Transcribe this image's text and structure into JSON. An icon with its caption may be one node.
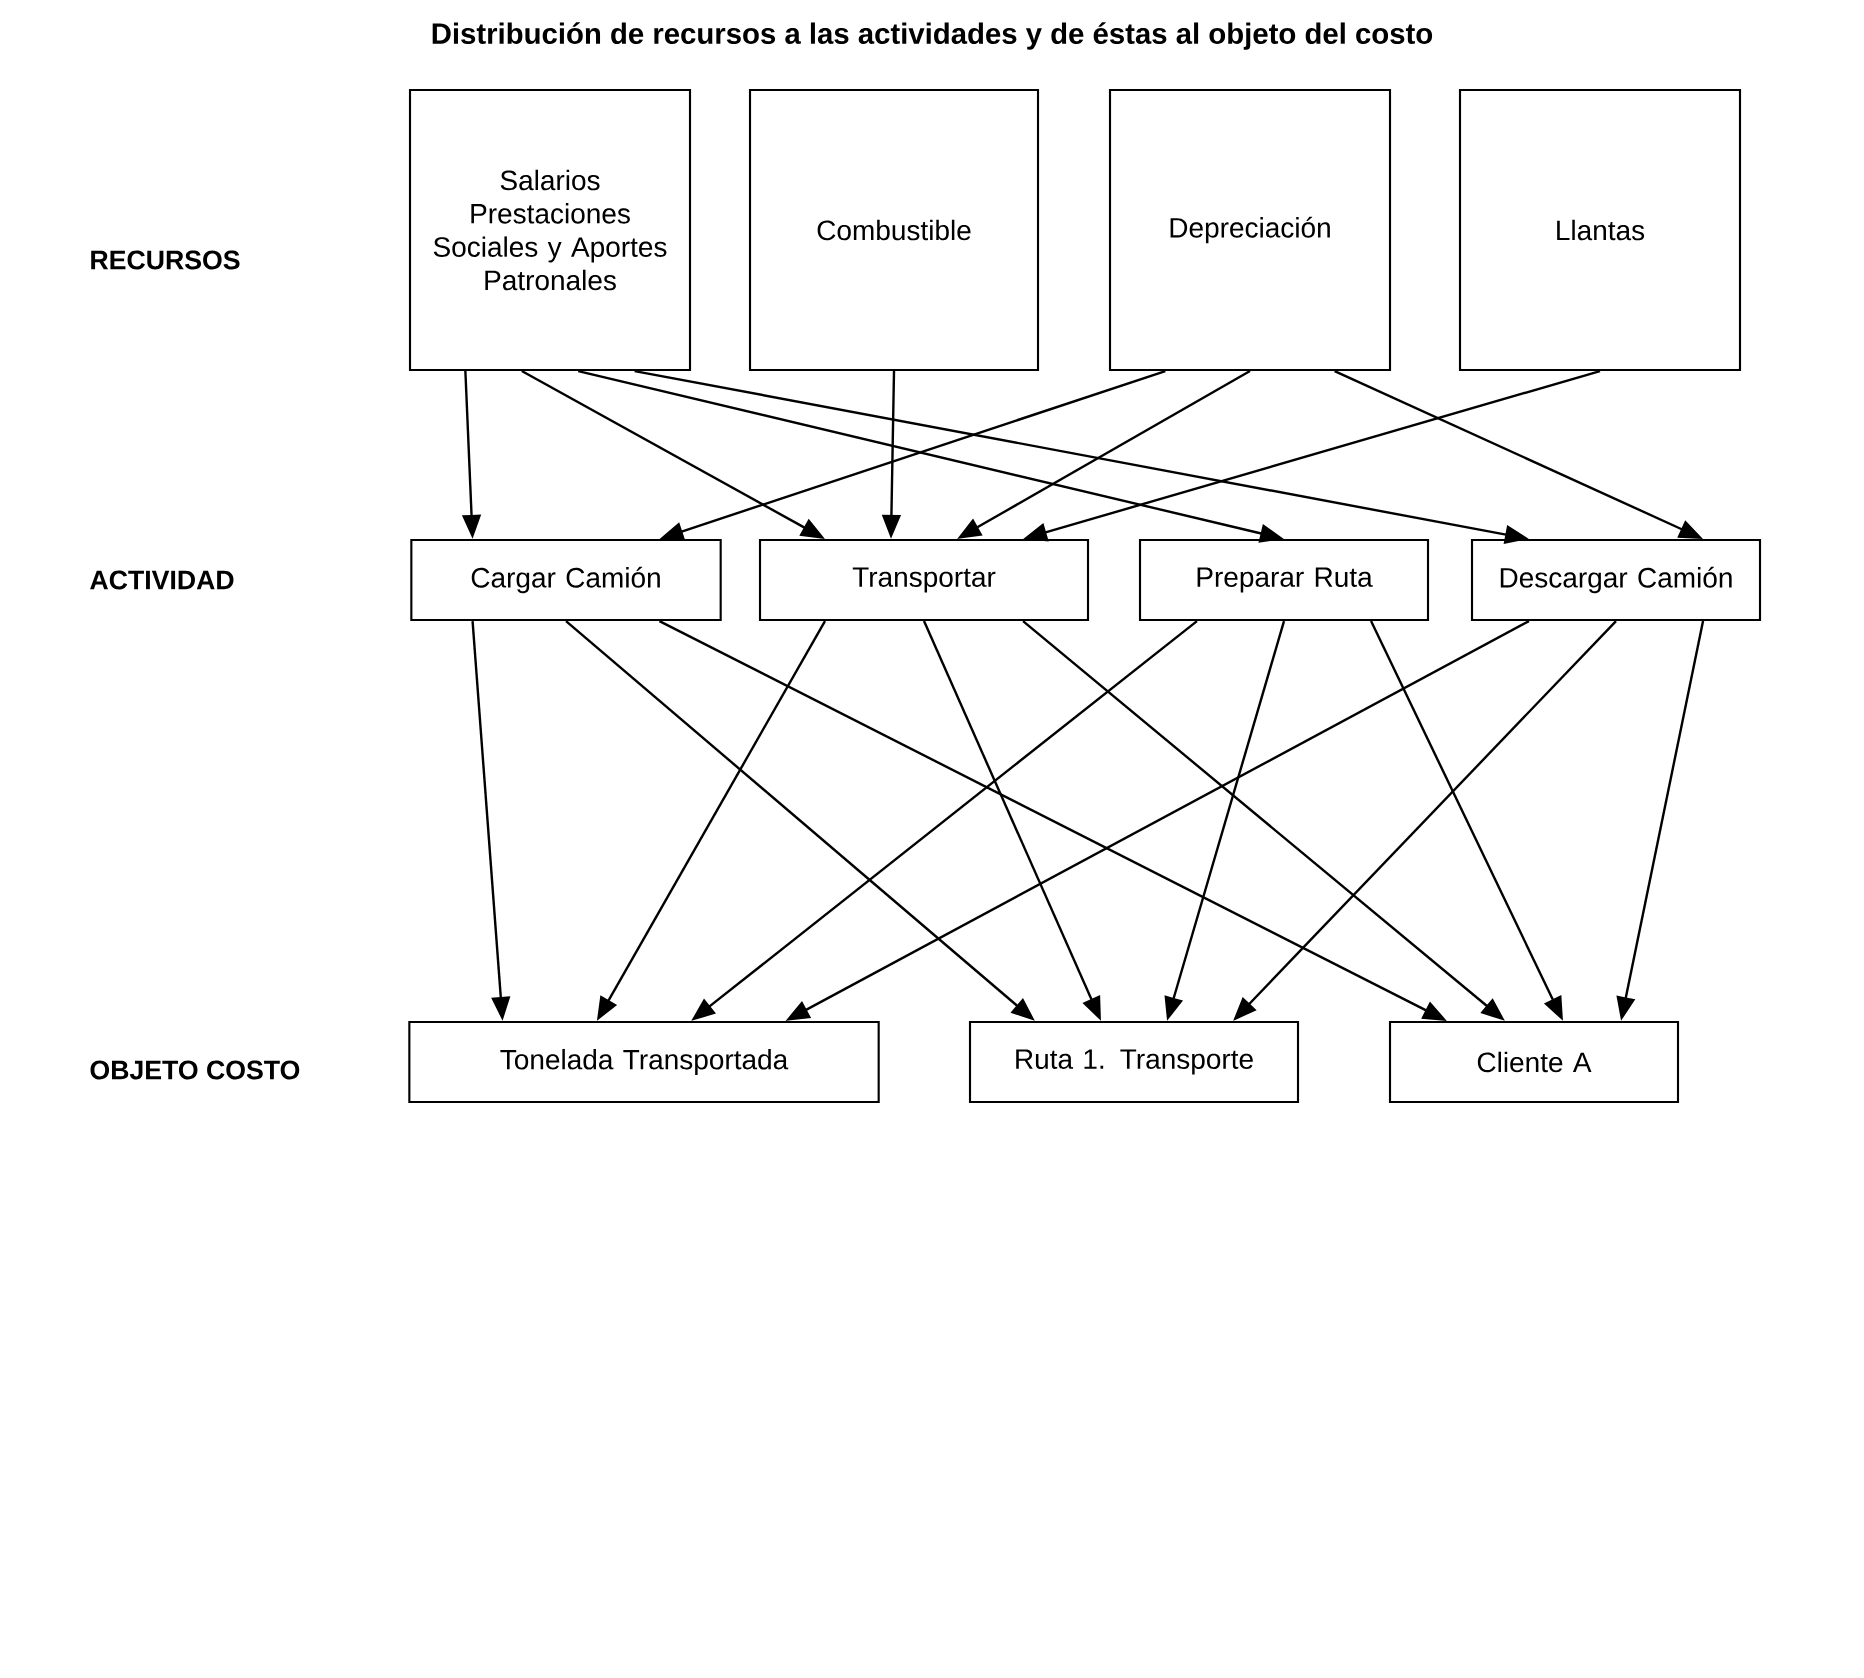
{
  "diagram": {
    "title": "Distribución de recursos a las actividades y de éstas al objeto del costo",
    "nodes": [
      {
        "text": [
          "Salarios Prestaciones Sociales y Aportes Patronales"
        ]
      },
      {
        "text": [
          "Combustible"
        ]
      },
      {
        "text": [
          "Depreciación"
        ]
      },
      {
        "text": [
          "Llantas"
        ]
      },
      {
        "text": [
          "Cargar Camión"
        ]
      },
      {
        "text": [
          "Transportar"
        ]
      },
      {
        "text": [
          "Preparar Ruta"
        ]
      },
      {
        "text": [
          "Descargar Camión"
        ]
      },
      {
        "text": [
          "Tonelada Transportada"
        ]
      },
      {
        "text": [
          "Ruta 1.  Transporte"
        ]
      },
      {
        "text": [
          "Cliente A"
        ]
      }
    ],
    "edges": [
      {
        "from": 0,
        "to": 4,
        "arrow": "to"
      },
      {
        "from": 0,
        "to": 5,
        "arrow": "to"
      },
      {
        "from": 0,
        "to": 6,
        "arrow": "to"
      },
      {
        "from": 0,
        "to": 7,
        "arrow": "to"
      },
      {
        "from": 1,
        "to": 5,
        "arrow": "to"
      },
      {
        "from": 2,
        "to": 4,
        "arrow": "to"
      },
      {
        "from": 2,
        "to": 5,
        "arrow": "to"
      },
      {
        "from": 2,
        "to": 7,
        "arrow": "to"
      },
      {
        "from": 3,
        "to": 5,
        "arrow": "to"
      },
      {
        "from": 4,
        "to": 8,
        "arrow": "to"
      },
      {
        "from": 4,
        "to": 9,
        "arrow": "to"
      },
      {
        "from": 4,
        "to": 10,
        "arrow": "to"
      },
      {
        "from": 5,
        "to": 8,
        "arrow": "to"
      },
      {
        "from": 5,
        "to": 9,
        "arrow": "to"
      },
      {
        "from": 5,
        "to": 10,
        "arrow": "to"
      },
      {
        "from": 6,
        "to": 8,
        "arrow": "to"
      },
      {
        "from": 6,
        "to": 9,
        "arrow": "to"
      },
      {
        "from": 6,
        "to": 10,
        "arrow": "to"
      },
      {
        "from": 7,
        "to": 8,
        "arrow": "to"
      },
      {
        "from": 7,
        "to": 9,
        "arrow": "to"
      },
      {
        "from": 7,
        "to": 10,
        "arrow": "to"
      }
    ],
    "labels": [
      "RECURSOS",
      "ACTIVIDAD",
      "OBJETO COSTO"
    ]
  }
}
